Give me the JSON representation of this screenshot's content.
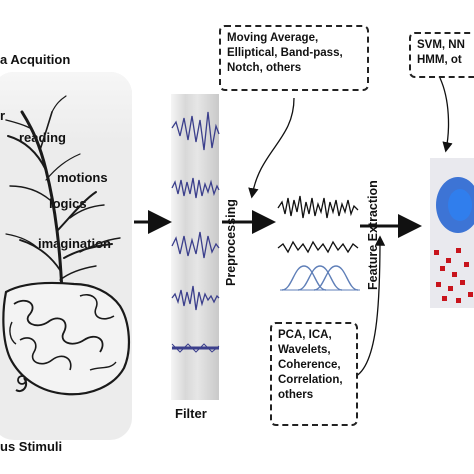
{
  "acquisition": {
    "title": "a Acquition",
    "footer": "us Stimuli",
    "words": [
      "r",
      "reading",
      "motions",
      "logics",
      "imagination"
    ]
  },
  "filter": {
    "label": "Filter"
  },
  "preprocessing": {
    "label": "Preprocessing",
    "methods": [
      "Moving Average,",
      "Elliptical, Band-pass,",
      "Notch, others"
    ]
  },
  "feature_extraction": {
    "label": "Feature Extraction",
    "methods": [
      "PCA, ICA,",
      "Wavelets,",
      "Coherence,",
      "Correlation,",
      "others"
    ]
  },
  "classification": {
    "methods": [
      "SVM, NN",
      "HMM, ot"
    ]
  },
  "colors": {
    "panel": "#ececec",
    "eeg_trace": "#3b3f8c",
    "wave_gaussian": "#5f7fb8",
    "scatter_blue": "#1f5fd0",
    "scatter_red": "#c8141c"
  }
}
